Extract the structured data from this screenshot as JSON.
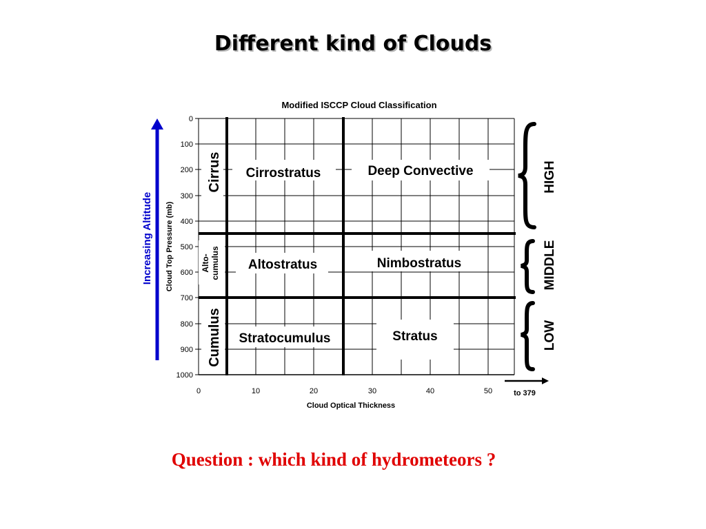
{
  "slide": {
    "title": "Different kind of Clouds",
    "question": "Question : which kind of hydrometeors ?"
  },
  "diagram": {
    "title": "Modified ISCCP Cloud Classification",
    "y_axis_label": "Cloud Top Pressure (mb)",
    "x_axis_label": "Cloud Optical Thickness",
    "altitude_arrow_label": "Increasing Altitude",
    "x_overflow_label": "to 379",
    "y_ticks": [
      "0",
      "100",
      "200",
      "300",
      "400",
      "500",
      "600",
      "700",
      "800",
      "900",
      "1000"
    ],
    "x_ticks": [
      "0",
      "10",
      "20",
      "30",
      "40",
      "50"
    ],
    "cells": {
      "cirrus": "Cirrus",
      "cirrostratus": "Cirrostratus",
      "deep_convective": "Deep Convective",
      "altocumulus_line1": "Alto-",
      "altocumulus_line2": "cumulus",
      "altostratus": "Altostratus",
      "nimbostratus": "Nimbostratus",
      "cumulus": "Cumulus",
      "stratocumulus": "Stratocumulus",
      "stratus": "Stratus"
    },
    "levels": {
      "high": "HIGH",
      "middle": "MIDDLE",
      "low": "LOW"
    },
    "colors": {
      "arrow": "#0000cc",
      "lines": "#000000",
      "question": "#e00000"
    }
  }
}
